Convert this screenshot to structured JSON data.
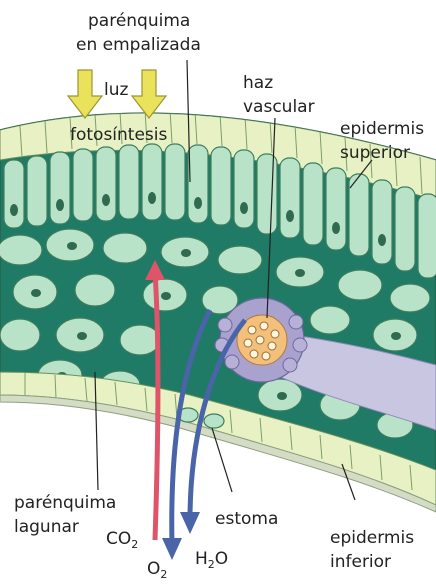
{
  "labels": {
    "palisade": [
      "parénquima",
      "en empalizada"
    ],
    "light": "luz",
    "photosynthesis": "fotosíntesis",
    "vascular_bundle": [
      "haz",
      "vascular"
    ],
    "upper_epidermis": [
      "epidermis",
      "superior"
    ],
    "spongy": [
      "parénquima",
      "lagunar"
    ],
    "stoma": "estoma",
    "lower_epidermis": [
      "epidermis",
      "inferior"
    ],
    "co2_main": "CO",
    "co2_sub": "2",
    "o2_main": "O",
    "o2_sub": "2",
    "h2o_h": "H",
    "h2o_sub": "2",
    "h2o_o": "O"
  },
  "colors": {
    "cell_fill": "#b9e3c8",
    "cell_stroke": "#3d7d5e",
    "epidermis_fill": "#e8f1c4",
    "tissue_dark": "#1f7a66",
    "arrow_co2": "#e0546a",
    "arrow_o2_h2o": "#4a64a8",
    "light_arrow": "#e9e25a",
    "vascular": "#f2c07a"
  }
}
